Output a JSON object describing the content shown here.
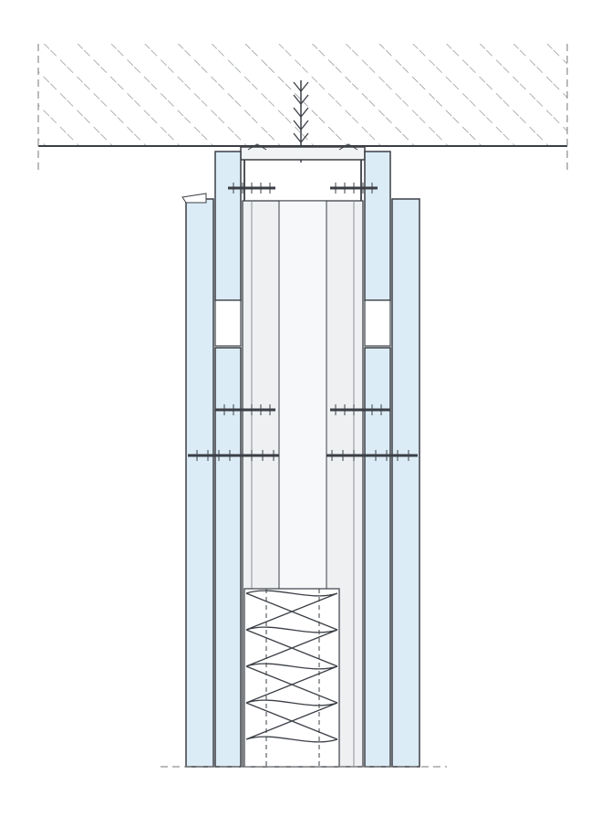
{
  "diagram": {
    "type": "construction-section",
    "labels": [],
    "colors": {
      "background": "#ffffff",
      "line": "#3b3f45",
      "hatch": "#6c7077",
      "board": "#dcecf6",
      "board_inner": "#cfe3f1",
      "stud": "#eef0f2",
      "stud_face": "#f7f8f9",
      "insulation": "#ffffff"
    },
    "components": [
      {
        "name": "ceiling-slab",
        "hatched": true
      },
      {
        "name": "ceiling-track",
        "hatched": false
      },
      {
        "name": "ceiling-anchor",
        "hatched": false
      },
      {
        "name": "plasterboard-outer-left",
        "hatched": false
      },
      {
        "name": "plasterboard-inner-left",
        "hatched": false
      },
      {
        "name": "plasterboard-outer-right",
        "hatched": false
      },
      {
        "name": "plasterboard-inner-right",
        "hatched": false
      },
      {
        "name": "metal-stud",
        "hatched": false
      },
      {
        "name": "mineral-wool-insulation",
        "hatched": false
      },
      {
        "name": "drywall-screws",
        "count": 6
      }
    ]
  }
}
